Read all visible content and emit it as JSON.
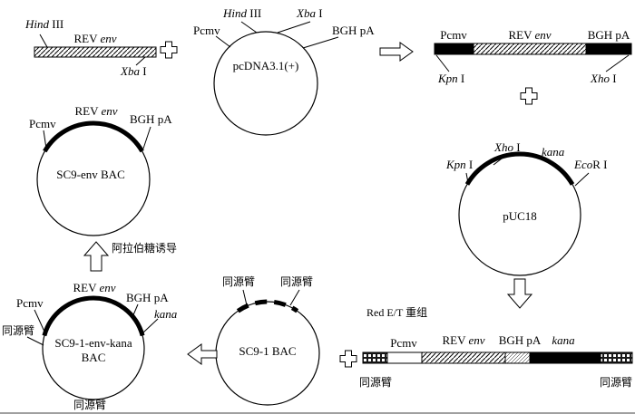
{
  "fragment": {
    "hind": "Hind",
    "hind_num": " III",
    "rev": "REV ",
    "env": "env",
    "xba": "Xba",
    "xba_num": " I"
  },
  "pcdna": {
    "name": "pcDNA3.1(+)",
    "hind": "Hind",
    "hind_num": " III",
    "xba": "Xba",
    "xba_num": " I",
    "pcmv": "Pcmv",
    "bghpa": "BGH pA"
  },
  "construct1": {
    "pcmv": "Pcmv",
    "rev": "REV ",
    "env": "env",
    "bghpa": "BGH pA",
    "kpn": "Kpn",
    "kpn_num": " I",
    "xho": "Xho",
    "xho_num": " I"
  },
  "puc18": {
    "name": "pUC18",
    "xho": "Xho",
    "xho_num": " I",
    "kana": "kana",
    "kpn": "Kpn",
    "kpn_num": " I",
    "eco": "Eco",
    "eco_suffix": "R I"
  },
  "construct2": {
    "pcmv": "Pcmv",
    "rev": "REV ",
    "env": "env",
    "bghpa": "BGH pA",
    "kana": "kana",
    "arm_left": "同源臂",
    "arm_right": "同源臂"
  },
  "sc91": {
    "name": "SC9-1 BAC",
    "arm_left": "同源臂",
    "arm_right": "同源臂",
    "red_et": "Red E/T 重组"
  },
  "sc91envkana": {
    "name_line1": "SC9-1-env-kana",
    "name_line2": "BAC",
    "rev": "REV ",
    "env": "env",
    "pcmv": "Pcmv",
    "bghpa": "BGH pA",
    "kana": "kana",
    "arm_left": "同源臂",
    "arm_bottom": "同源臂"
  },
  "sc9env": {
    "name": "SC9-env BAC",
    "pcmv": "Pcmv",
    "rev": "REV ",
    "env": "env",
    "bghpa": "BGH pA"
  },
  "induction": "阿拉伯糖诱导"
}
